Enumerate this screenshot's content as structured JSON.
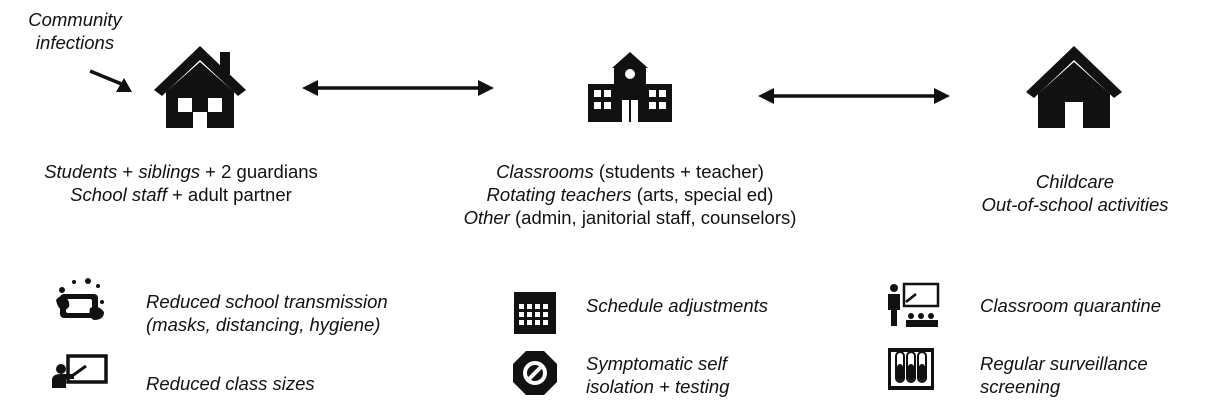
{
  "community": {
    "line1": "Community",
    "line2": "infections"
  },
  "home": {
    "icon": "house-with-chimney-icon",
    "line1": {
      "a": "Students",
      "b": " + ",
      "c": "siblings",
      "d": " +  2 guardians"
    },
    "line2": {
      "a": "School staff",
      "b": " + adult partner"
    }
  },
  "school": {
    "icon": "school-building-icon",
    "line1": {
      "a": "Classrooms",
      "b": " (students + teacher)"
    },
    "line2": {
      "a": "Rotating teachers",
      "b": " (arts, special ed)"
    },
    "line3": {
      "a": "Other",
      "b": " (admin, janitorial staff, counselors)"
    }
  },
  "outside": {
    "icon": "house-icon",
    "line1": "Childcare",
    "line2": "Out-of-school activities"
  },
  "interventions": [
    {
      "icon": "handwashing-icon",
      "line1": "Reduced school transmission",
      "line2": "(masks, distancing, hygiene)"
    },
    {
      "icon": "small-class-icon",
      "line1": "Reduced class sizes"
    },
    {
      "icon": "calendar-icon",
      "line1": "Schedule adjustments"
    },
    {
      "icon": "prohibited-icon",
      "line1": "Symptomatic self",
      "line2": "isolation + testing"
    },
    {
      "icon": "teacher-classroom-icon",
      "line1": "Classroom quarantine"
    },
    {
      "icon": "test-tubes-icon",
      "line1": "Regular surveillance",
      "line2": "screening"
    }
  ],
  "colors": {
    "ink": "#111111",
    "background": "#ffffff"
  }
}
